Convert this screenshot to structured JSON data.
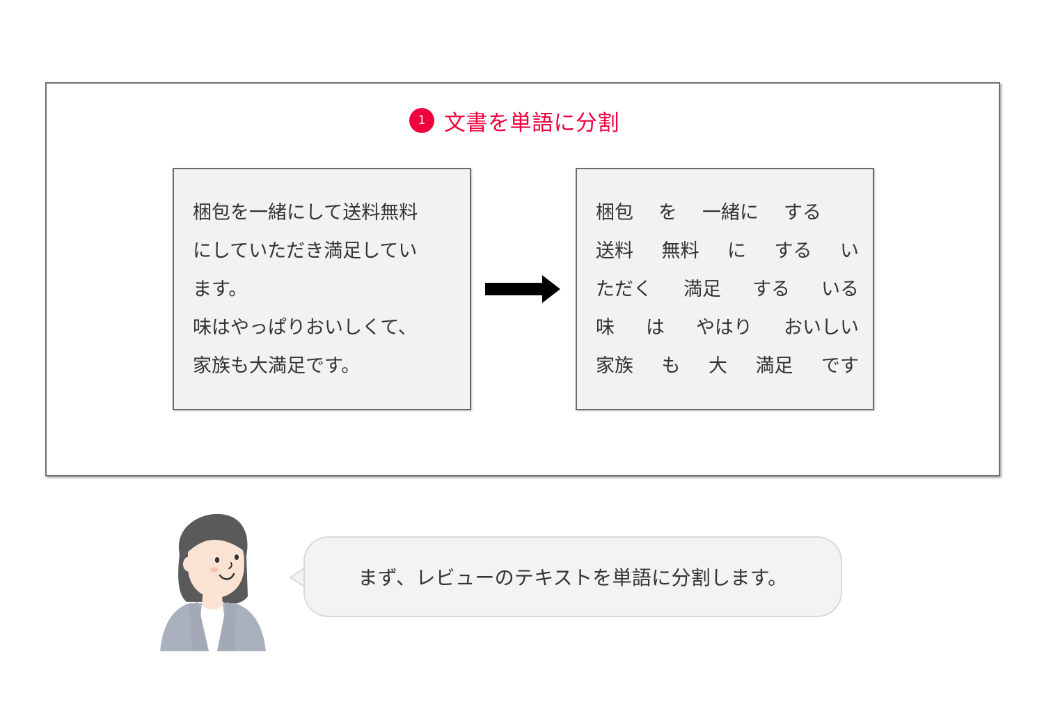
{
  "step": {
    "number": "1",
    "title": "文書を単語に分割"
  },
  "original_text": {
    "lines": [
      "梱包を一緒にして送料無料",
      "にしていただき満足してい",
      "ます。",
      "味はやっぱりおいしくて、",
      "家族も大満足です。"
    ]
  },
  "tokenized_text": {
    "lines": [
      [
        "梱包",
        "を",
        "一緒に",
        "する"
      ],
      [
        "送料",
        "無料",
        "に",
        "する",
        "い"
      ],
      [
        "ただく",
        "満足",
        "する",
        "いる"
      ],
      [
        "味",
        "は",
        "やはり",
        "おいしい"
      ],
      [
        "家族",
        "も",
        "大",
        "満足",
        "です"
      ]
    ]
  },
  "speech": {
    "text": "まず、レビューのテキストを単語に分割します。"
  },
  "colors": {
    "accent": "#f0003c",
    "box_fill": "#f2f2f2",
    "bubble_fill": "#f3f3f3",
    "hair": "#5a5a5a",
    "jacket": "#aab0bd"
  }
}
